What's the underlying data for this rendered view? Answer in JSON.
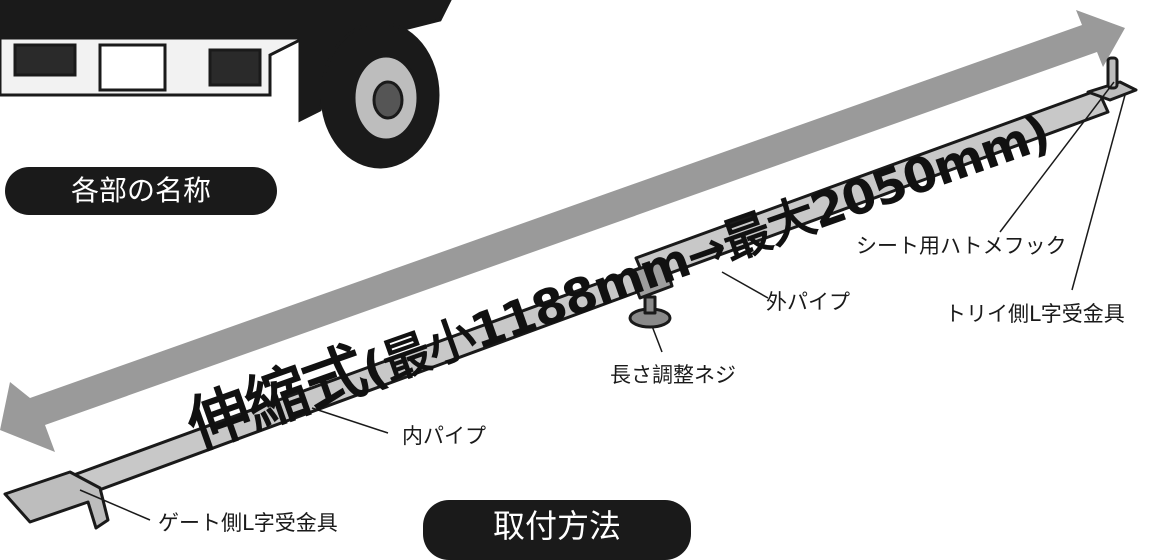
{
  "colors": {
    "arrow": "#9a9a9a",
    "pipe_fill": "#c8c8c8",
    "outline": "#1a1a1a",
    "pill_bg": "#1a1a1a",
    "pill_text": "#ffffff"
  },
  "headline": {
    "main": "伸縮式",
    "spec": "(最小1188mm→最大2050mm)"
  },
  "sections": {
    "parts_names": "各部の名称",
    "installation": "取付方法"
  },
  "parts": {
    "sheet_hook": "シート用ハトメフック",
    "outer_pipe": "外パイプ",
    "torii_bracket": "トリイ側L字受金具",
    "length_screw": "長さ調整ネジ",
    "inner_pipe": "内パイプ",
    "gate_bracket": "ゲート側L字受金具"
  },
  "illustration": {
    "truck": "truck-rear-illustration"
  }
}
